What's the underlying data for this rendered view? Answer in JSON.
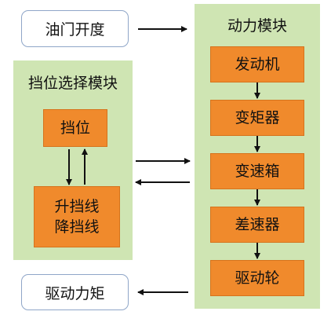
{
  "inputs": {
    "throttle": "油门开度"
  },
  "outputs": {
    "drive_torque": "驱动力矩"
  },
  "gear_module": {
    "title": "挡位选择模块",
    "gear": "挡位",
    "shift_up": "升挡线",
    "shift_down": "降挡线"
  },
  "power_module": {
    "title": "动力模块",
    "components": [
      "发动机",
      "变矩器",
      "变速箱",
      "差速器",
      "驱动轮"
    ]
  },
  "colors": {
    "panel_fill": "#cfe5b3",
    "box_fill": "#f08a2c",
    "input_border": "#8fa6c8"
  }
}
